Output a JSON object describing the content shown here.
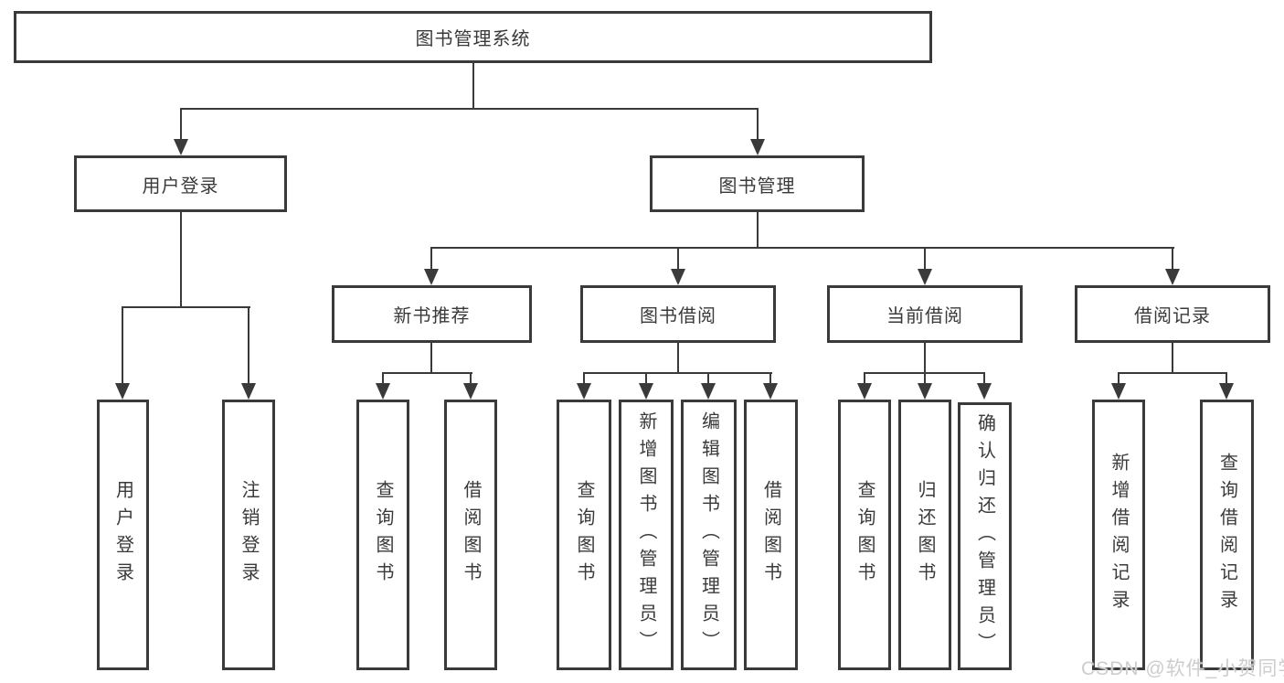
{
  "colors": {
    "line": "#3a3a3a",
    "text": "#3a3a3a",
    "background": "#ffffff",
    "watermark": "#cdcdcd"
  },
  "watermark": {
    "text": "CSDN @软件_小贺同学"
  },
  "tree": {
    "root": {
      "label": "图书管理系统"
    },
    "branches": [
      {
        "label": "用户登录",
        "children": [
          {
            "label": "用户登录"
          },
          {
            "label": "注销登录"
          }
        ]
      },
      {
        "label": "图书管理",
        "children": [
          {
            "label": "新书推荐",
            "children": [
              {
                "label": "查询图书"
              },
              {
                "label": "借阅图书"
              }
            ]
          },
          {
            "label": "图书借阅",
            "children": [
              {
                "label": "查询图书"
              },
              {
                "label": "新增图书（管理员）"
              },
              {
                "label": "编辑图书（管理员）"
              },
              {
                "label": "借阅图书"
              }
            ]
          },
          {
            "label": "当前借阅",
            "children": [
              {
                "label": "查询图书"
              },
              {
                "label": "归还图书"
              },
              {
                "label": "确认归还（管理员）"
              }
            ]
          },
          {
            "label": "借阅记录",
            "children": [
              {
                "label": "新增借阅记录"
              },
              {
                "label": "查询借阅记录"
              }
            ]
          }
        ]
      }
    ]
  }
}
